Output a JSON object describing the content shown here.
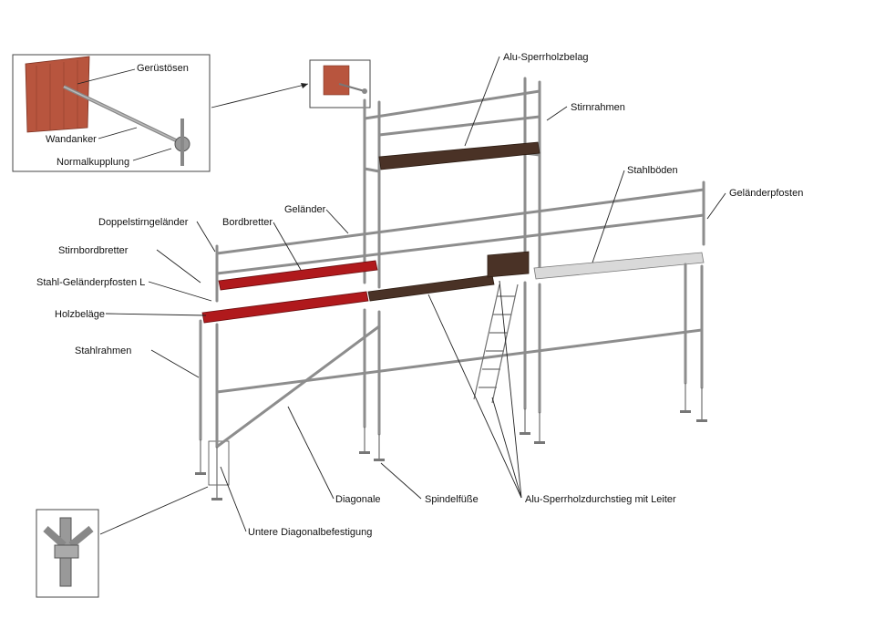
{
  "labels": {
    "geruestoesen": "Gerüstösen",
    "wandanker": "Wandanker",
    "normalkupplung": "Normalkupplung",
    "alu_sperrholzbelag": "Alu-Sperrholzbelag",
    "stirnrahmen": "Stirnrahmen",
    "stahlboeden": "Stahlböden",
    "gelaenderpfosten": "Geländerpfosten",
    "gelaender": "Geländer",
    "doppelstirngelaender": "Doppelstirngeländer",
    "bordbretter": "Bordbretter",
    "stirnbordbretter": "Stirnbordbretter",
    "stahl_gelaenderpfosten_l": "Stahl-Geländerpfosten L",
    "holzbelaege": "Holzbeläge",
    "stahlrahmen": "Stahlrahmen",
    "diagonale": "Diagonale",
    "spindelfuesse": "Spindelfüße",
    "alu_sperrholzdurchstieg": "Alu-Sperrholzdurchstieg mit Leiter",
    "untere_diagonalbefestigung": "Untere Diagonalbefestigung"
  },
  "colors": {
    "steel": "#8d8d8d",
    "steel_dark": "#6f6f6f",
    "red_board": "#b0191c",
    "plywood": "#4a3226",
    "brick": "#b8553e",
    "grating": "#d9d9d9"
  }
}
